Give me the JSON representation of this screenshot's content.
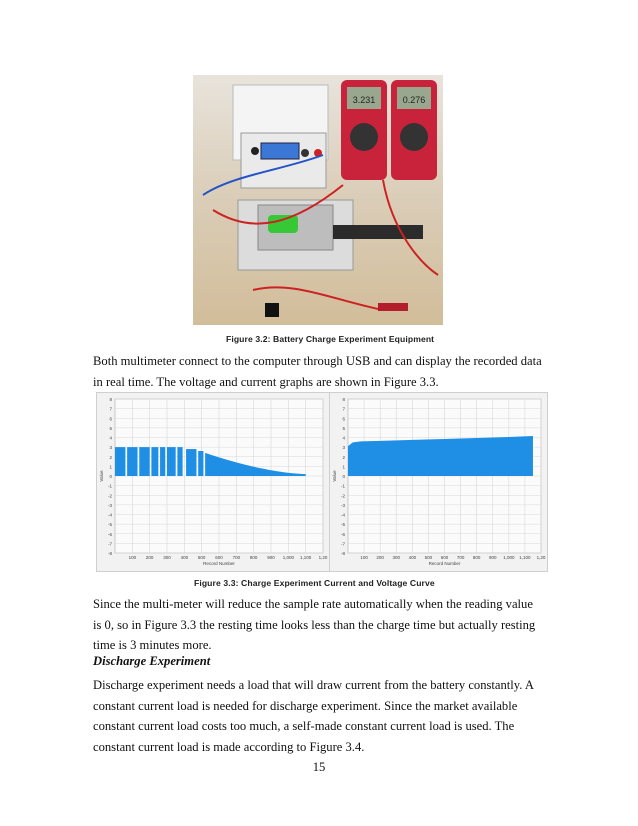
{
  "figure_3_2": {
    "caption": "Figure 3.2: Battery Charge Experiment Equipment",
    "multimeter_left_display": "3.231",
    "multimeter_right_display": "0.276"
  },
  "paragraph1": {
    "lines": [
      "Both multimeter connect to the computer through USB and can display the recorded data",
      "in real time. The voltage and current graphs are shown in Figure 3.3."
    ]
  },
  "figure_3_3": {
    "caption": "Figure 3.3: Charge Experiment Current and Voltage Curve"
  },
  "paragraph2": {
    "lines": [
      "Since the multi-meter will reduce the sample rate automatically when the reading value",
      "is 0, so in Figure 3.3 the resting time looks less than the charge time but actually resting",
      "time is 3 minutes more."
    ]
  },
  "heading": "Discharge Experiment",
  "paragraph3": {
    "lines": [
      "Discharge experiment needs a load that will draw current from the battery constantly. A",
      "constant current load is needed for discharge experiment. Since the market available",
      "constant current load costs too much, a self-made constant current load is used. The",
      "constant current load is made according to Figure 3.4."
    ]
  },
  "page_number": "15",
  "colors": {
    "series": "#1f8fe6",
    "grid": "#d9d9d9",
    "panel": "#f2f2f2"
  },
  "chart_data": [
    {
      "type": "area",
      "ylabel": "Value",
      "xlabel": "Record Number",
      "ylim": [
        -8,
        8
      ],
      "yticks": [
        "8",
        "7",
        "6",
        "5",
        "4",
        "3",
        "2",
        "1",
        "0",
        "-1",
        "-2",
        "-3",
        "-4",
        "-5",
        "-6",
        "-7",
        "-8"
      ],
      "xticks": [
        "100",
        "200",
        "300",
        "400",
        "500",
        "600",
        "700",
        "800",
        "900",
        "1,000",
        "1,100",
        "1,20"
      ],
      "series": [
        {
          "values_description": "pulsed charge current",
          "pulses": [
            {
              "x0": 0,
              "x1": 60,
              "y": 3.0
            },
            {
              "x0": 70,
              "x1": 130,
              "y": 3.0
            },
            {
              "x0": 140,
              "x1": 200,
              "y": 3.0
            },
            {
              "x0": 210,
              "x1": 250,
              "y": 3.0
            },
            {
              "x0": 260,
              "x1": 290,
              "y": 3.0
            },
            {
              "x0": 300,
              "x1": 350,
              "y": 3.0
            },
            {
              "x0": 360,
              "x1": 390,
              "y": 3.0
            },
            {
              "x0": 410,
              "x1": 470,
              "y": 2.8
            },
            {
              "x0": 480,
              "x1": 510,
              "y": 2.6
            }
          ],
          "decay": {
            "x0": 520,
            "x1": 1100,
            "y0": 2.4,
            "y1": 0.2
          }
        }
      ]
    },
    {
      "type": "area",
      "ylabel": "Value",
      "xlabel": "Record Number",
      "ylim": [
        -8,
        8
      ],
      "yticks": [
        "8",
        "7",
        "6",
        "5",
        "4",
        "3",
        "2",
        "1",
        "0",
        "-1",
        "-2",
        "-3",
        "-4",
        "-5",
        "-6",
        "-7",
        "-8"
      ],
      "xticks": [
        "100",
        "200",
        "300",
        "400",
        "500",
        "600",
        "700",
        "800",
        "900",
        "1,000",
        "1,100",
        "1,20"
      ],
      "series": [
        {
          "values_description": "charge voltage",
          "points": [
            [
              0,
              3.1
            ],
            [
              30,
              3.5
            ],
            [
              80,
              3.6
            ],
            [
              200,
              3.65
            ],
            [
              400,
              3.75
            ],
            [
              600,
              3.85
            ],
            [
              800,
              3.95
            ],
            [
              1000,
              4.05
            ],
            [
              1150,
              4.15
            ]
          ]
        }
      ]
    }
  ]
}
